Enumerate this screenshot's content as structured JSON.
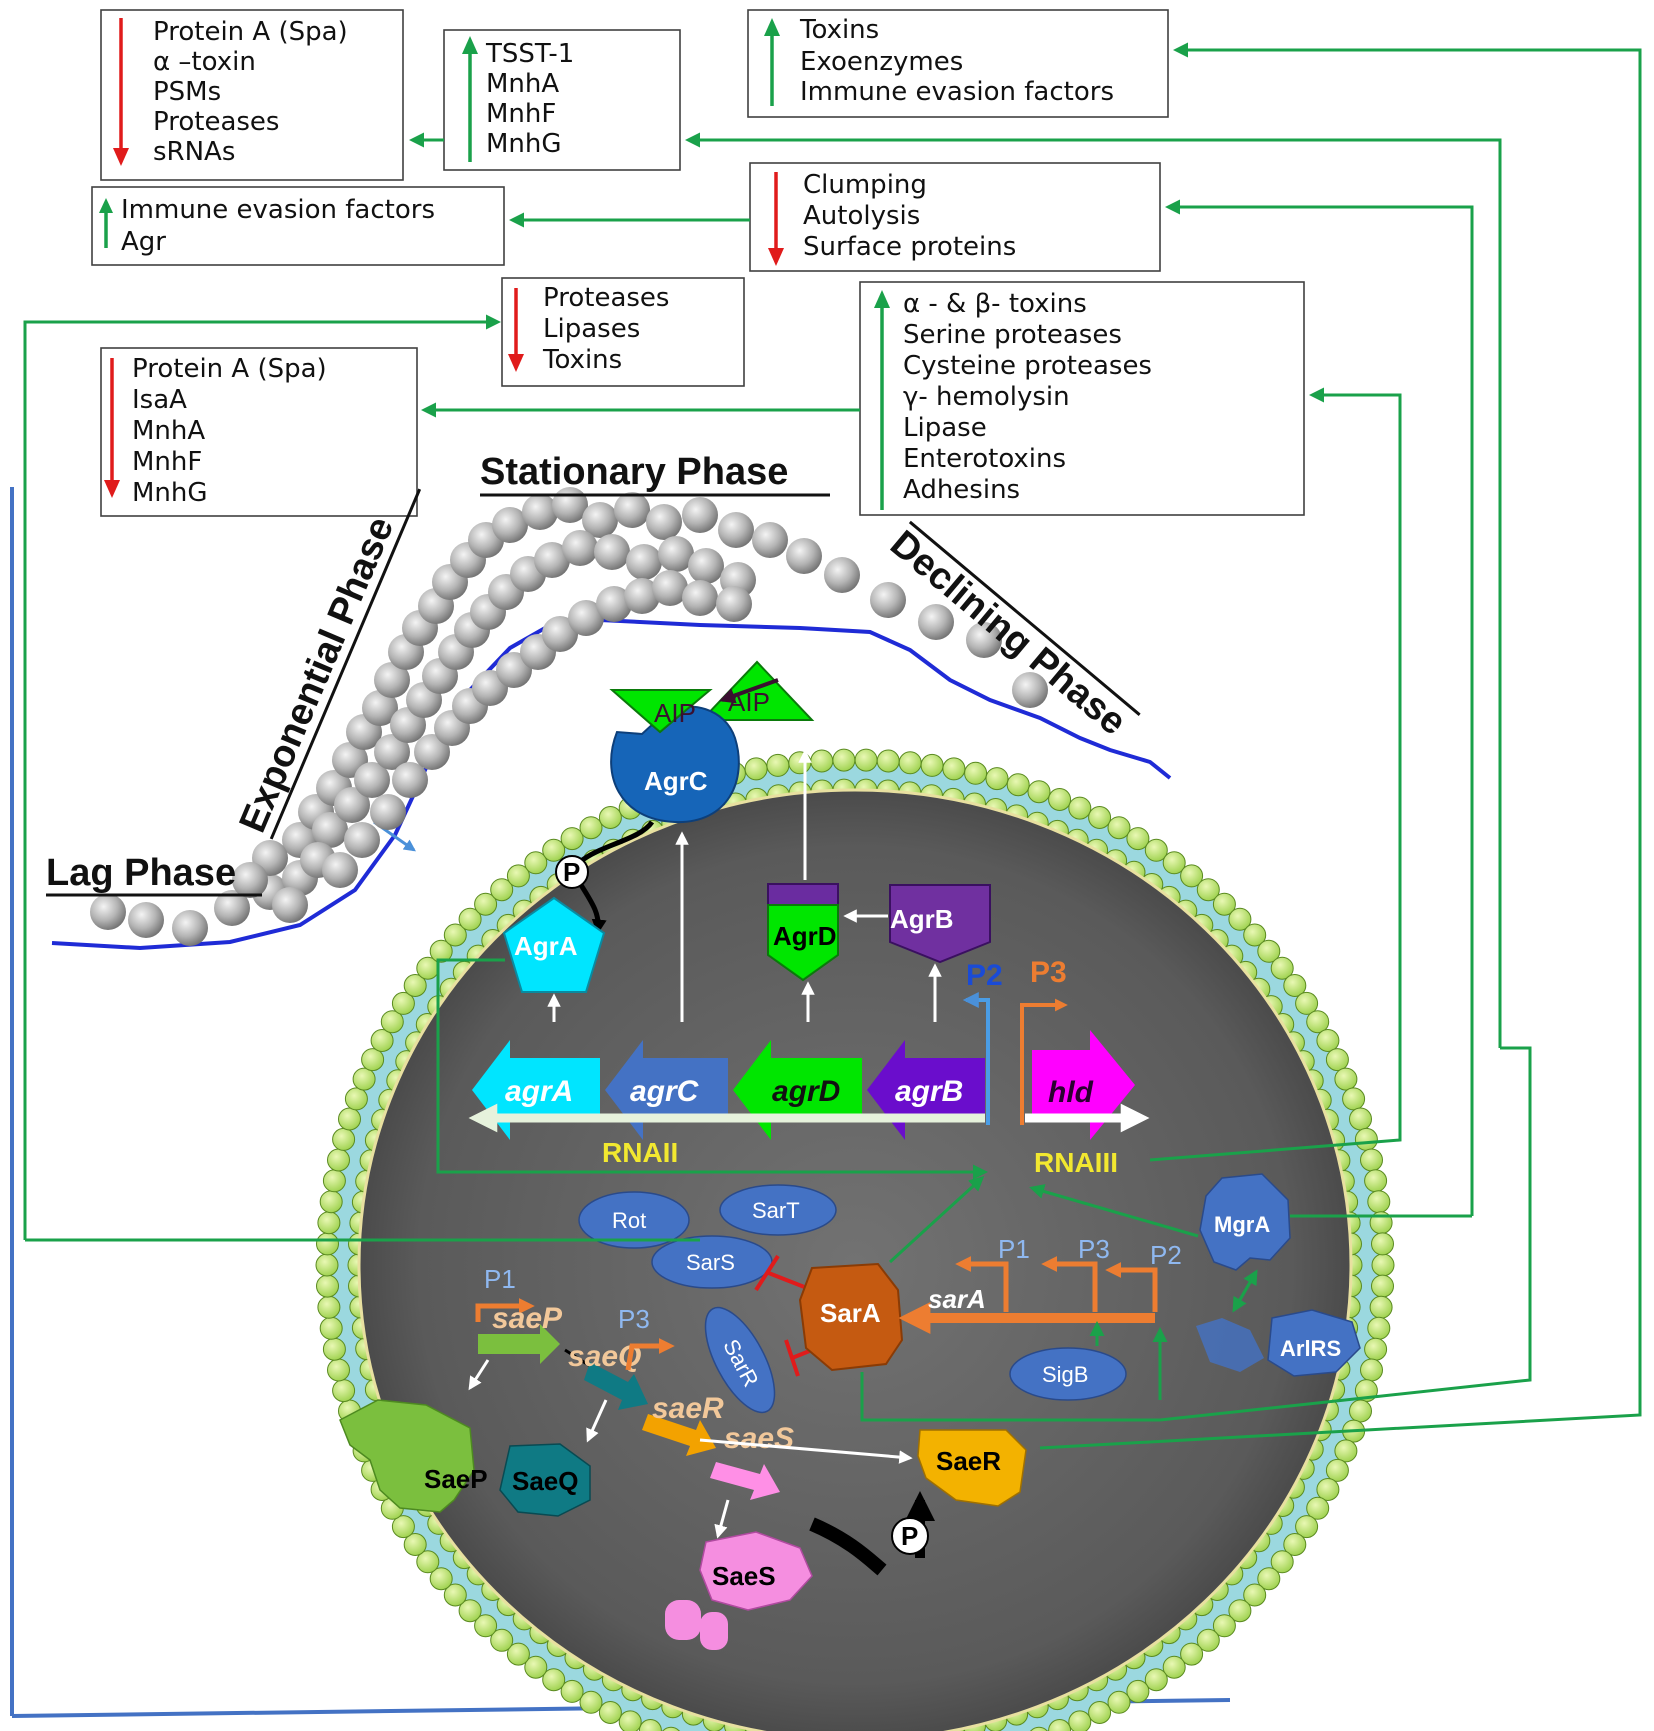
{
  "phases": {
    "lag": "Lag Phase",
    "exponential": "Exponential Phase",
    "stationary": "Stationary Phase",
    "declining": "Declining Phase"
  },
  "boxes": {
    "box1": {
      "direction": "down",
      "items": [
        "Protein A (Spa)",
        "α –toxin",
        "PSMs",
        "Proteases",
        "sRNAs"
      ]
    },
    "box2": {
      "direction": "up",
      "items": [
        "TSST-1",
        "MnhA",
        "MnhF",
        "MnhG"
      ]
    },
    "box3": {
      "direction": "up",
      "items": [
        "Toxins",
        "Exoenzymes",
        "Immune evasion factors"
      ]
    },
    "box4": {
      "direction": "up",
      "items": [
        "Immune evasion factors",
        "Agr"
      ]
    },
    "box5": {
      "direction": "down",
      "items": [
        "Clumping",
        "Autolysis",
        "Surface proteins"
      ]
    },
    "box6": {
      "direction": "down",
      "items": [
        "Proteases",
        "Lipases",
        "Toxins"
      ]
    },
    "box7": {
      "direction": "up",
      "items": [
        "α - & β- toxins",
        "Serine proteases",
        "Cysteine proteases",
        "γ- hemolysin",
        "Lipase",
        "Enterotoxins",
        "Adhesins"
      ]
    },
    "box8": {
      "direction": "down",
      "items": [
        "Protein A (Spa)",
        "IsaA",
        "MnhA",
        "MnhF",
        "MnhG"
      ]
    }
  },
  "agr": {
    "aip_free": "AIP",
    "aip_bound": "AIP",
    "agrC_protein": "AgrC",
    "agrA_protein": "AgrA",
    "agrD_protein": "AgrD",
    "agrB_protein": "AgrB",
    "phospho": "P",
    "gene_agrA": "agrA",
    "gene_agrC": "agrC",
    "gene_agrD": "agrD",
    "gene_agrB": "agrB",
    "gene_hld": "hld",
    "promoter_p2": "P2",
    "promoter_p3": "P3",
    "rnaII": "RNAII",
    "rnaIII": "RNAIII"
  },
  "regulators": {
    "rot": "Rot",
    "sarT": "SarT",
    "sarS": "SarS",
    "sarR": "SarR",
    "sarA_protein": "SarA",
    "sarA_gene": "sarA",
    "sarA_p1": "P1",
    "sarA_p3": "P3",
    "sarA_p2": "P2",
    "sigB": "SigB",
    "mgrA": "MgrA",
    "arlRS": "ArlRS"
  },
  "sae": {
    "p1": "P1",
    "p3": "P3",
    "gene_saeP": "saeP",
    "gene_saeQ": "saeQ",
    "gene_saeR": "saeR",
    "gene_saeS": "saeS",
    "saeP_protein": "SaeP",
    "saeQ_protein": "SaeQ",
    "saeS_protein": "SaeS",
    "saeR_protein": "SaeR",
    "phospho": "P"
  },
  "colors": {
    "positive": "#1aa14a",
    "negative": "#e01b1b",
    "growth_curve": "#1f2bd6",
    "frame": "#4472c4",
    "agrA": "#00e5ff",
    "agrC": "#4472c4",
    "agrD": "#00e600",
    "agrB": "#6a0dcc",
    "hld": "#ff00ff",
    "sarA": "#ed7d31"
  }
}
